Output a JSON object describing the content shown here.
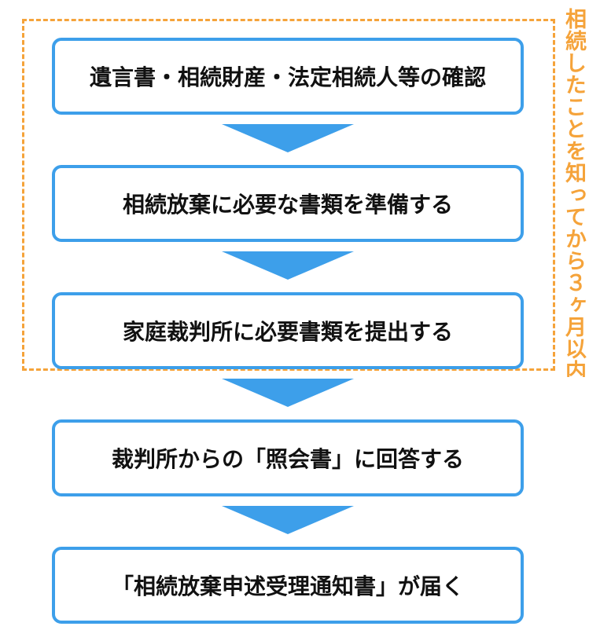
{
  "steps": [
    {
      "label": "遺言書・相続財産・法定相続人等の確認"
    },
    {
      "label": "相続放棄に必要な書類を準備する"
    },
    {
      "label": "家庭裁判所に必要書類を提出する"
    },
    {
      "label": "裁判所からの「照会書」に回答する"
    },
    {
      "label": "「相続放棄申述受理通知書」が届く"
    }
  ],
  "deadline_label": "相続したことを知ってから３ヶ月以内",
  "colors": {
    "box_border": "#3D9FEA",
    "arrow": "#3D9FEA",
    "dashed_frame": "#F5A33A",
    "deadline_text": "#F5A33A"
  }
}
